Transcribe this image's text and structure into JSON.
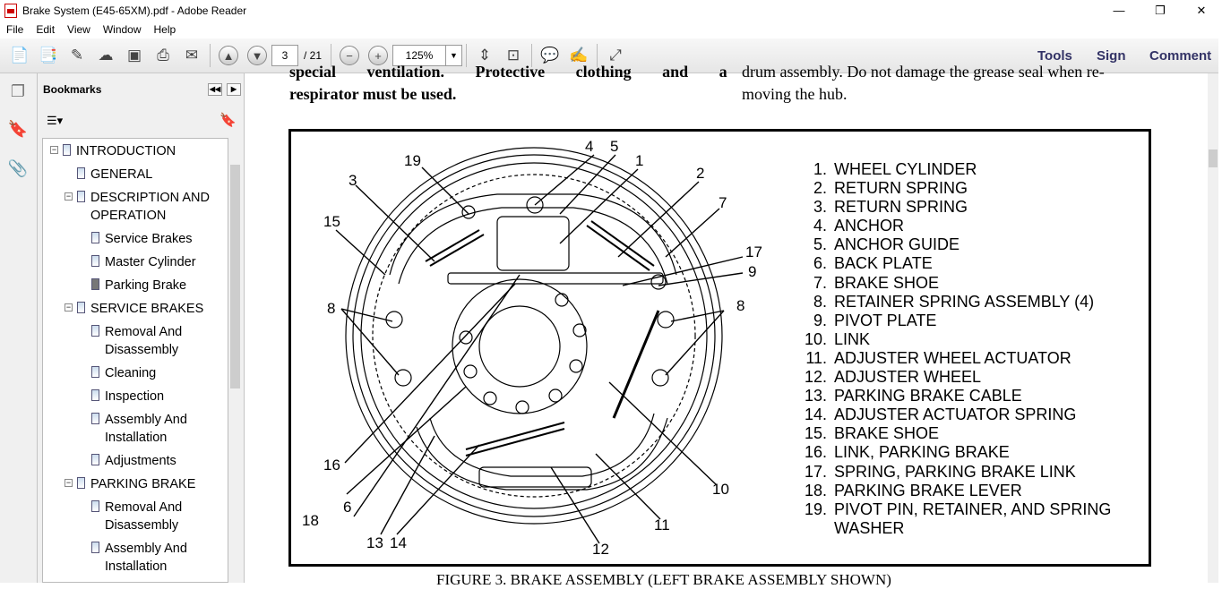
{
  "window": {
    "title": "Brake System (E45-65XM).pdf - Adobe Reader",
    "min": "—",
    "restore": "❐",
    "close": "✕"
  },
  "menu": [
    "File",
    "Edit",
    "View",
    "Window",
    "Help"
  ],
  "toolbar": {
    "page_current": "3",
    "page_total": "/ 21",
    "zoom": "125%",
    "tools": "Tools",
    "sign": "Sign",
    "comment": "Comment"
  },
  "bookmarks": {
    "title": "Bookmarks",
    "items": [
      {
        "label": "INTRODUCTION",
        "level": 0,
        "expanded": true
      },
      {
        "label": "GENERAL",
        "level": 1
      },
      {
        "label": "DESCRIPTION AND OPERATION",
        "level": 1,
        "expanded": true
      },
      {
        "label": "Service Brakes",
        "level": 2
      },
      {
        "label": "Master Cylinder",
        "level": 2
      },
      {
        "label": "Parking Brake",
        "level": 2
      },
      {
        "label": "SERVICE BRAKES",
        "level": 1,
        "expanded": true
      },
      {
        "label": "Removal And Disassembly",
        "level": 2
      },
      {
        "label": "Cleaning",
        "level": 2
      },
      {
        "label": "Inspection",
        "level": 2
      },
      {
        "label": "Assembly And Installation",
        "level": 2
      },
      {
        "label": "Adjustments",
        "level": 2
      },
      {
        "label": "PARKING BRAKE",
        "level": 1,
        "expanded": true
      },
      {
        "label": "Removal And Disassembly",
        "level": 2
      },
      {
        "label": "Assembly And Installation",
        "level": 2
      }
    ]
  },
  "document": {
    "left_text_line1": "special ventilation. Protective clothing and a",
    "left_text_line2": "respirator must be used.",
    "right_text_line1": "drum assembly. Do not damage the grease seal when re-",
    "right_text_line2": "moving the hub.",
    "caption": "FIGURE 3. BRAKE ASSEMBLY (LEFT BRAKE ASSEMBLY SHOWN)",
    "legend": [
      {
        "n": "1.",
        "text": "WHEEL CYLINDER"
      },
      {
        "n": "2.",
        "text": "RETURN SPRING"
      },
      {
        "n": "3.",
        "text": "RETURN SPRING"
      },
      {
        "n": "4.",
        "text": "ANCHOR"
      },
      {
        "n": "5.",
        "text": "ANCHOR GUIDE"
      },
      {
        "n": "6.",
        "text": "BACK PLATE"
      },
      {
        "n": "7.",
        "text": "BRAKE SHOE"
      },
      {
        "n": "8.",
        "text": "RETAINER SPRING ASSEMBLY (4)"
      },
      {
        "n": "9.",
        "text": "PIVOT PLATE"
      },
      {
        "n": "10.",
        "text": "LINK"
      },
      {
        "n": "11.",
        "text": "ADJUSTER WHEEL ACTUATOR"
      },
      {
        "n": "12.",
        "text": "ADJUSTER WHEEL"
      },
      {
        "n": "13.",
        "text": "PARKING BRAKE CABLE"
      },
      {
        "n": "14.",
        "text": "ADJUSTER ACTUATOR SPRING"
      },
      {
        "n": "15.",
        "text": "BRAKE SHOE"
      },
      {
        "n": "16.",
        "text": "LINK, PARKING BRAKE"
      },
      {
        "n": "17.",
        "text": "SPRING, PARKING BRAKE LINK"
      },
      {
        "n": "18.",
        "text": "PARKING BRAKE LEVER"
      },
      {
        "n": "19.",
        "text": "PIVOT PIN, RETAINER, AND SPRING"
      },
      {
        "n": "",
        "text": "WASHER"
      }
    ],
    "callouts": [
      "1",
      "2",
      "3",
      "4",
      "5",
      "6",
      "7",
      "8",
      "8",
      "9",
      "10",
      "11",
      "12",
      "13",
      "14",
      "15",
      "16",
      "17",
      "18",
      "19"
    ]
  }
}
